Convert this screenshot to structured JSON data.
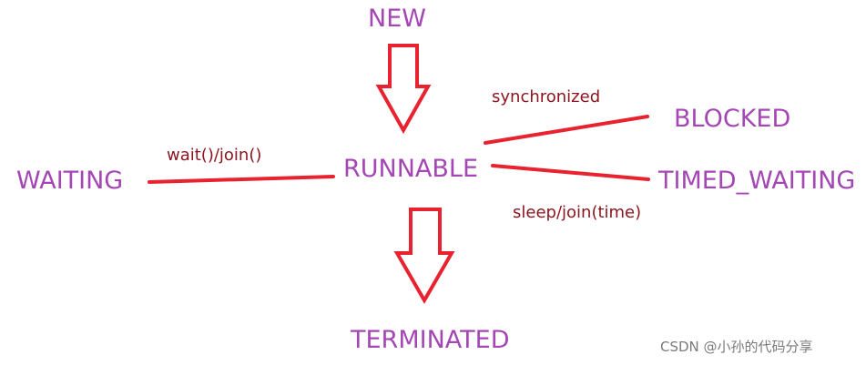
{
  "states": {
    "new": "NEW",
    "runnable": "RUNNABLE",
    "blocked": "BLOCKED",
    "waiting": "WAITING",
    "timed_waiting": "TIMED_WAITING",
    "terminated": "TERMINATED"
  },
  "edges": {
    "blocked": "synchronized",
    "waiting": "wait()/join()",
    "timed_waiting": "sleep/join(time)"
  },
  "watermark": "CSDN @小孙的代码分享",
  "colors": {
    "state_text": "#a447b4",
    "edge_label_text": "#8b1620",
    "connector": "#e8222e"
  }
}
